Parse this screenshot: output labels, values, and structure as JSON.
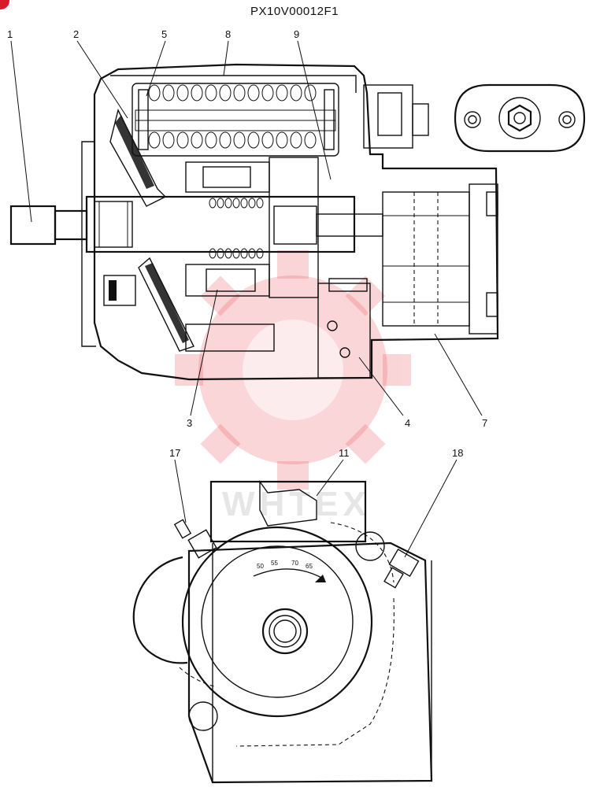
{
  "drawing": {
    "title": "PX10V00012F1",
    "callouts": [
      "1",
      "2",
      "5",
      "8",
      "9",
      "3",
      "4",
      "7",
      "17",
      "11",
      "18"
    ],
    "dial_marks": [
      "50",
      "55",
      "70",
      "65"
    ],
    "watermark": "WHTEX"
  }
}
